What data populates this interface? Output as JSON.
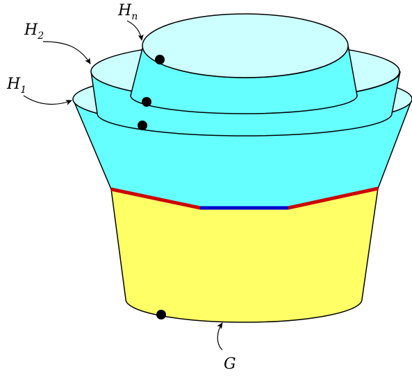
{
  "labels": {
    "h1": {
      "main": "H",
      "sub": "1"
    },
    "h2": {
      "main": "H",
      "sub": "2"
    },
    "hn": {
      "main": "H",
      "sub": "n"
    },
    "g": {
      "main": "G"
    }
  },
  "colors": {
    "cyan_fill": "#66ffff",
    "cyan_light": "#ccffff",
    "yellow_fill": "#ffff66",
    "red_seam": "#cc0000",
    "blue_seam": "#0000cc",
    "outline": "#000000"
  }
}
